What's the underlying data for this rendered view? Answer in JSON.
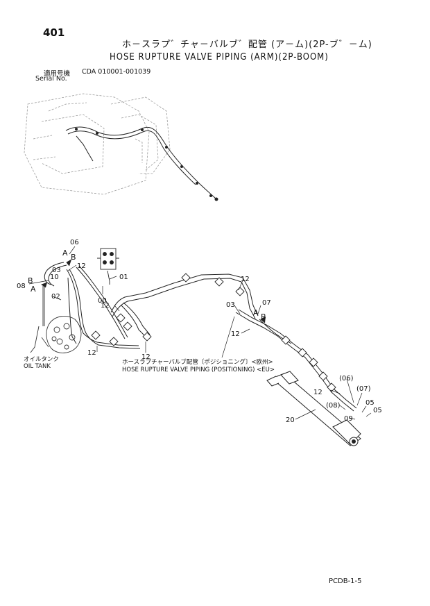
{
  "page_number": "401",
  "title_jp": "ホ－スラプ゛チャ－バルブ゛配管 (ア－ム)(2P-ブ゛－ム)",
  "title_en": "HOSE RUPTURE VALVE PIPING (ARM)(2P-BOOM)",
  "serial": {
    "label_jp": "適用号機",
    "label_en": "Serial No.",
    "value": "CDA 010001-001039"
  },
  "sub_caption": {
    "jp": "ホースラプチャーバルブ配管〔ポジショニング〕<欧州>",
    "en": "HOSE RUPTURE VALVE PIPING (POSITIONING) <EU>"
  },
  "oil_tank": {
    "jp": "オイルタンク",
    "en": "OIL TANK"
  },
  "part_labels": {
    "p06a": "06",
    "p03a": "03",
    "p10": "10",
    "p08": "08",
    "p02": "02",
    "p12a": "12",
    "p01": "01",
    "p00": "00",
    "p12b": "12",
    "p12c": "12",
    "p12d": "12",
    "p12e": "12",
    "p03b": "03",
    "p07": "07",
    "p12f": "12",
    "p12g": "12",
    "p06b": "(06)",
    "p07b": "(07)",
    "p08b": "(08)",
    "p05a": "05",
    "p05b": "05",
    "p09": "09",
    "p20": "20"
  },
  "markers": {
    "a1": "A",
    "b1": "B",
    "a2": "A",
    "b2": "B",
    "a3": "A",
    "b3": "B"
  },
  "footer_code": "PCDB-1-5"
}
